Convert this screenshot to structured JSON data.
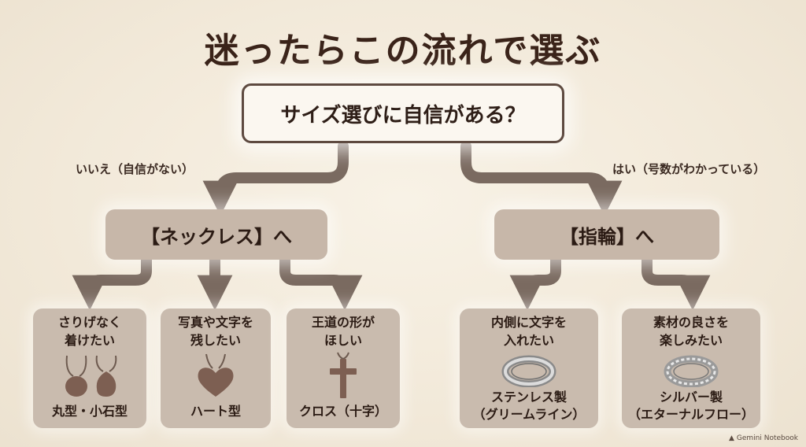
{
  "title": "迷ったらこの流れで選ぶ",
  "question": "サイズ選びに自信がある？",
  "branches": {
    "no": "いいえ（自信がない）",
    "yes": "はい（号数がわかっている）"
  },
  "categories": {
    "necklace": "【ネックレス】へ",
    "ring": "【指輪】へ"
  },
  "cards": [
    {
      "line1": "さりげなく",
      "line2": "着けたい",
      "result1": "丸型・小石型",
      "result2": "",
      "icon": "pebble-pendants-icon"
    },
    {
      "line1": "写真や文字を",
      "line2": "残したい",
      "result1": "ハート型",
      "result2": "",
      "icon": "heart-pendant-icon"
    },
    {
      "line1": "王道の形が",
      "line2": "ほしい",
      "result1": "クロス（十字）",
      "result2": "",
      "icon": "cross-pendant-icon"
    },
    {
      "line1": "内側に文字を",
      "line2": "入れたい",
      "result1": "ステンレス製",
      "result2": "（グリームライン）",
      "icon": "stainless-ring-icon"
    },
    {
      "line1": "素材の良さを",
      "line2": "楽しみたい",
      "result1": "シルバー製",
      "result2": "（エターナルフロー）",
      "icon": "silver-ring-icon"
    }
  ],
  "brand": "Gemini Notebook",
  "colors": {
    "background": "#f4ecdd",
    "arrow": "#7a6a60",
    "category": "#c7b7a9",
    "card": "#c9bbae",
    "text": "#2b1b14"
  }
}
